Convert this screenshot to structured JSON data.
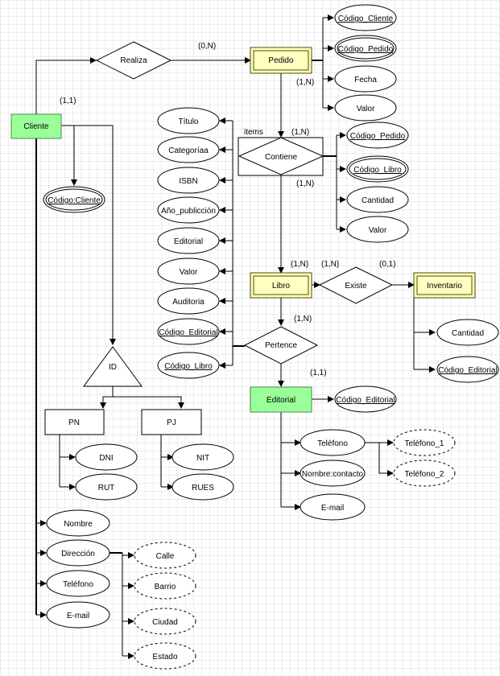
{
  "entities": {
    "cliente": "Cliente",
    "pedido": "Pedido",
    "libro": "Libro",
    "inventario": "Inventario",
    "editorial": "Editorial",
    "pn": "PN",
    "pj": "PJ"
  },
  "relations": {
    "realiza": "Realiza",
    "contiene": "Contiene",
    "existe": "Existe",
    "pertence": "Pertence",
    "id": "ID"
  },
  "cardinalities": {
    "realiza_pedido": "(0,N)",
    "cliente_realiza": "(1,1)",
    "pedido_contiene": "(1,N)",
    "contiene_top": "(1,N)",
    "contiene_bottom": "(1,N)",
    "libro_top": "(1,N)",
    "libro_existe": "(1,N)",
    "existe_inventario": "(0,1)",
    "libro_pertence": "(1,N)",
    "pertence_editorial": "(1,1)"
  },
  "labels": {
    "items": "items"
  },
  "attributes": {
    "pedido": [
      "Código_Cliente",
      "Código_Pedido",
      "Fecha",
      "Valor"
    ],
    "contiene": [
      "Código_Pedido",
      "Código_Libro",
      "Cantidad",
      "Valor"
    ],
    "libro": [
      "Título",
      "Categoríaa",
      "ISBN",
      "Año_publicción",
      "Editorial",
      "Valor",
      "Auditoria",
      "Código_Editorial",
      "Código_Libro"
    ],
    "inventario": [
      "Cantidad",
      "Código_Editorial"
    ],
    "editorial": [
      "Código_Editorial"
    ],
    "editorial_multi": [
      "Teléfono",
      "Nombre:contacto",
      "E-mail"
    ],
    "telefono_parts": [
      "Teléfono_1",
      "Teléfono_2"
    ],
    "cliente_key": "Código:Cliente",
    "pn": [
      "DNI",
      "RUT"
    ],
    "pj": [
      "NIT",
      "RUES"
    ],
    "cliente": [
      "Nombre",
      "Dirección",
      "Teléfono",
      "E-mail"
    ],
    "direccion_parts": [
      "Calle",
      "Barrio",
      "Ciudad",
      "Estado"
    ]
  },
  "colors": {
    "pedido_fill": "#ffffc0",
    "libro_fill": "#ffffc0",
    "inventario_fill": "#ffffc0",
    "cliente_fill": "#99ff99",
    "editorial_fill": "#99ff99"
  }
}
